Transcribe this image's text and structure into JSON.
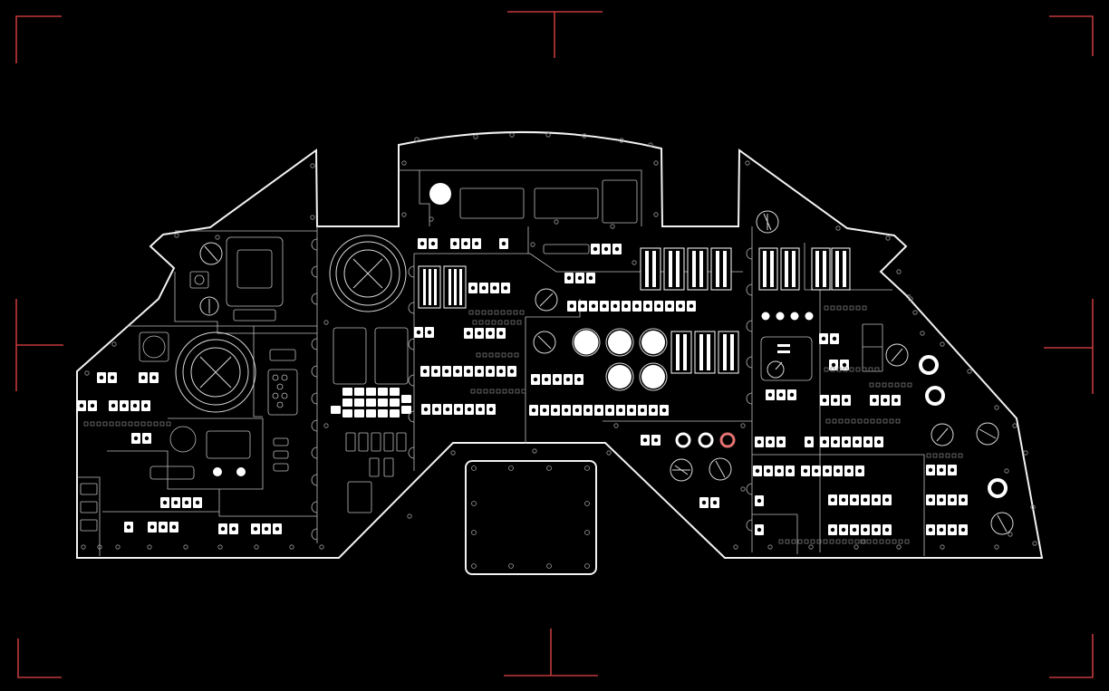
{
  "view": "cockpit-instrument-panel-outline",
  "colors": {
    "background": "#000000",
    "panel_line": "#f2f2f2",
    "detail_line": "#bdbdbd",
    "frame_corner": "#c0393b",
    "warning_indicator": "#e57373"
  },
  "panels": [
    "glareshield-panel",
    "left-console-panel",
    "left-attitude-panel",
    "center-left-panel",
    "center-display-panel",
    "center-right-panel",
    "right-console-panel",
    "lower-center-display"
  ],
  "icons": {
    "attitude_indicator": "crosshair-gauge-icon",
    "rotary_knob": "rotary-knob-icon",
    "toggle_switch": "toggle-switch-icon",
    "push_button": "push-button-icon",
    "indicator_lamp": "indicator-lamp-icon"
  },
  "warning_lamp_count": 1
}
